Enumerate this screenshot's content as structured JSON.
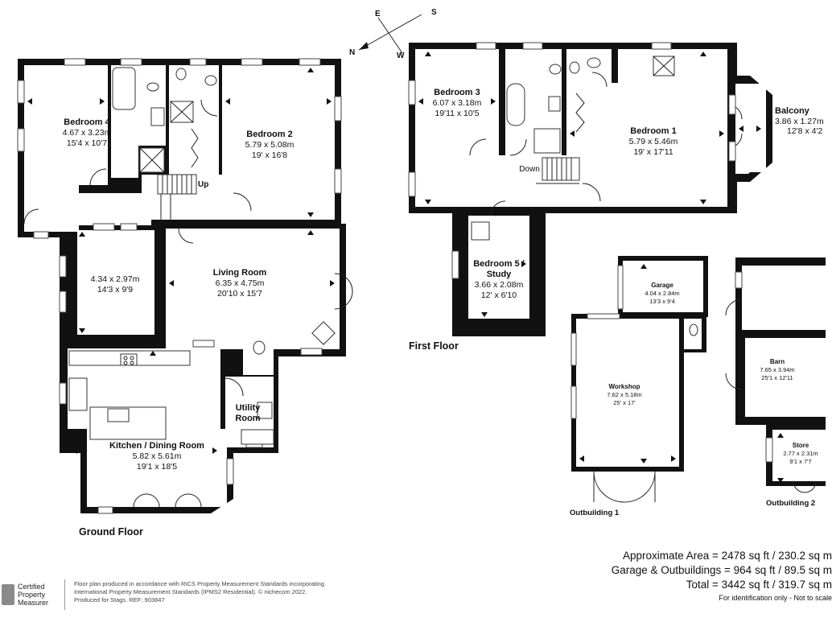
{
  "floors": {
    "ground": {
      "title": "Ground Floor"
    },
    "first": {
      "title": "First Floor"
    }
  },
  "rooms": {
    "bedroom4": {
      "name": "Bedroom 4",
      "metric": "4.67 x 3.23m",
      "imperial": "15'4 x 10'7"
    },
    "bedroom2": {
      "name": "Bedroom 2",
      "metric": "5.79 x 5.08m",
      "imperial": "19' x 16'8"
    },
    "unnamed_room": {
      "metric": "4.34 x 2.97m",
      "imperial": "14'3 x 9'9"
    },
    "living": {
      "name": "Living Room",
      "metric": "6.35 x 4.75m",
      "imperial": "20'10 x 15'7"
    },
    "kitchen": {
      "name": "Kitchen / Dining Room",
      "metric": "5.82 x 5.61m",
      "imperial": "19'1 x 18'5"
    },
    "utility": {
      "name_line1": "Utility",
      "name_line2": "Room"
    },
    "stairs_up": {
      "label": "Up"
    },
    "bedroom3": {
      "name": "Bedroom 3",
      "metric": "6.07 x 3.18m",
      "imperial": "19'11 x 10'5"
    },
    "bedroom1": {
      "name": "Bedroom 1",
      "metric": "5.79 x 5.46m",
      "imperial": "19' x 17'11"
    },
    "balcony": {
      "name": "Balcony",
      "metric": "3.86 x 1.27m",
      "imperial": "12'8 x 4'2"
    },
    "bedroom5": {
      "name_line1": "Bedroom 5 /",
      "name_line2": "Study",
      "metric": "3.66 x 2.08m",
      "imperial": "12' x 6'10"
    },
    "stairs_down": {
      "label": "Down"
    },
    "garage": {
      "name": "Garage",
      "metric": "4.04 x 2.84m",
      "imperial": "13'3 x 9'4"
    },
    "workshop": {
      "name": "Workshop",
      "metric": "7.62 x 5.18m",
      "imperial": "25' x 17'"
    },
    "barn": {
      "name": "Barn",
      "metric": "7.65 x 3.94m",
      "imperial": "25'1 x 12'11"
    },
    "store": {
      "name": "Store",
      "metric": "2.77 x 2.31m",
      "imperial": "9'1 x 7'7"
    }
  },
  "outbuildings": {
    "one": {
      "title": "Outbuilding 1"
    },
    "two": {
      "title": "Outbuilding 2"
    }
  },
  "compass": {
    "n": "N",
    "e": "E",
    "s": "S",
    "w": "W"
  },
  "areas": {
    "approximate": "Approximate Area = 2478 sq ft / 230.2 sq m",
    "outbuildings": "Garage & Outbuildings = 964 sq ft / 89.5 sq m",
    "total": "Total = 3442 sq ft / 319.7 sq m",
    "note": "For identification only - Not to scale"
  },
  "footer": {
    "badge_line1": "Certified",
    "badge_line2": "Property",
    "badge_line3": "Measurer",
    "note_line1": "Floor plan produced in accordance with RICS Property Measurement Standards incorporating",
    "note_line2": "International Property Measurement Standards (IPMS2 Residential). © nichecom 2022.",
    "note_line3": "Produced for Stags.  REF: 903847"
  }
}
